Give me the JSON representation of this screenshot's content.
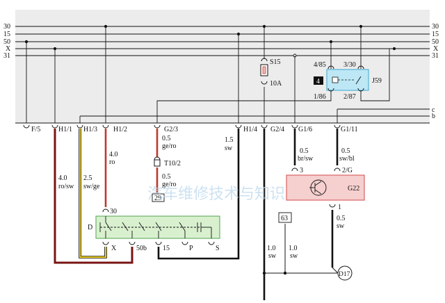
{
  "rails": {
    "left": [
      "30",
      "15",
      "50",
      "X",
      "31"
    ],
    "right": [
      "30",
      "15",
      "50",
      "X",
      "31"
    ],
    "side": [
      "c",
      "b"
    ]
  },
  "fuse": {
    "name": "S15",
    "rating": "10A"
  },
  "relay": {
    "name": "J59",
    "position": "4",
    "pins": {
      "in_a": "4/85",
      "in_b": "3/30",
      "out_a": "1/86",
      "out_b": "2/87"
    }
  },
  "connectors": {
    "f5": "F/5",
    "h1_1": "H1/1",
    "h1_3": "H1/3",
    "h1_2": "H1/2",
    "g2_3": "G2/3",
    "h1_4": "H1/4",
    "g2_4": "G2/4",
    "g1_6": "G1/6",
    "g1_11": "G1/11",
    "t10": "T10/2",
    "t10_pin": "29",
    "g22_pin_a": "3",
    "g22_pin_b": "2/G",
    "g22_pin_c": "1",
    "ground_point": "63",
    "ground_d17": "D17"
  },
  "wires": {
    "w_h11_size": "4.0",
    "w_h11_color": "ro/sw",
    "w_h13_size": "2.5",
    "w_h13_color": "sw/ge",
    "w_h12_size": "4.0",
    "w_h12_color": "ro",
    "w_g23_size": "0.5",
    "w_g23_color": "ge/ro",
    "w_t10_size": "0.5",
    "w_t10_color": "ge/ro",
    "w_h14_size": "1.5",
    "w_h14_color": "sw",
    "w_g16_size": "0.5",
    "w_g16_color": "br/sw",
    "w_g111_size": "0.5",
    "w_g111_color": "sw/bl",
    "w_g22_size": "0.5",
    "w_g22_color": "sw",
    "w_gnd1_size": "1.0",
    "w_gnd1_color": "sw",
    "w_gnd2_size": "1.0",
    "w_gnd2_color": "sw"
  },
  "switch": {
    "name": "D",
    "terminals": {
      "t30": "30",
      "tx": "X",
      "t50b": "50b",
      "t15": "15",
      "tp": "P",
      "ts": "S"
    }
  },
  "sensor": {
    "name": "G22"
  },
  "watermark": "汽车维修技术与知识",
  "colors": {
    "red_wire": "#c0392b",
    "yellow_wire": "#e8c81a",
    "maroon_wire": "#7a1414",
    "switch_box": "#d9f0cf",
    "switch_border": "#4fa44f",
    "relay_box": "#bde7f5",
    "relay_border": "#3aa7d0",
    "sensor_box": "#f6cfcf",
    "sensor_border": "#d04848",
    "panel": "#ececec"
  }
}
